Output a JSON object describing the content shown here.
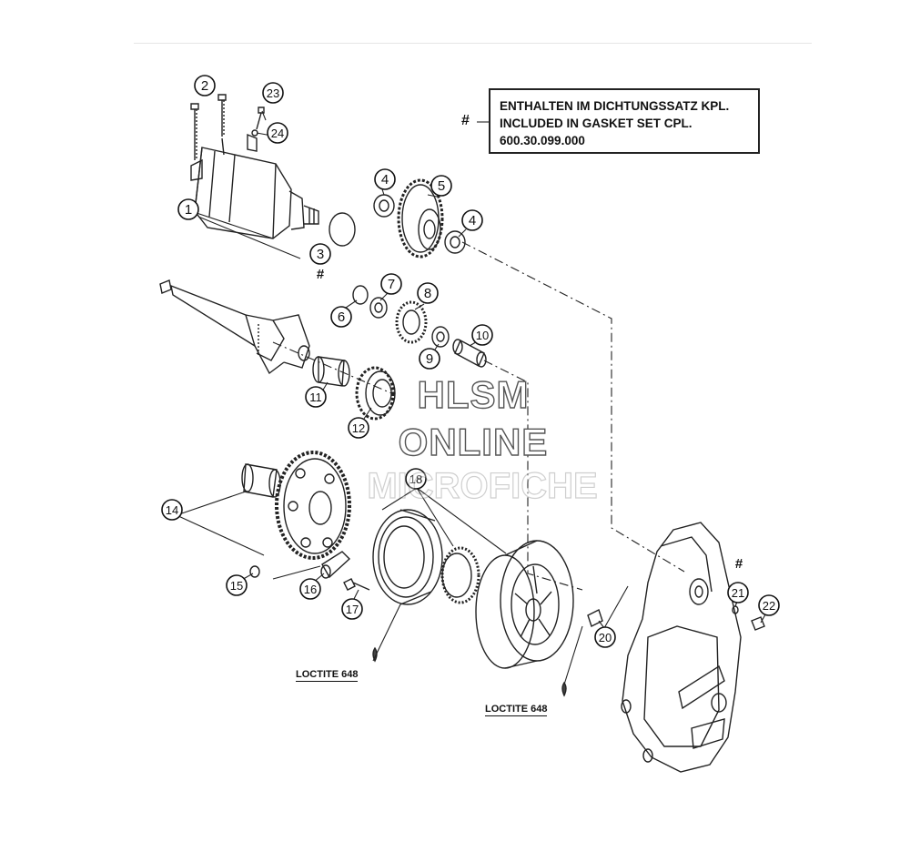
{
  "legend": {
    "hash": "#",
    "line1": "ENTHALTEN IM DICHTUNGSSATZ KPL.",
    "line2": "INCLUDED IN GASKET SET CPL.",
    "line3": "600.30.099.000"
  },
  "watermark": {
    "line1": "HLSM",
    "line2": "ONLINE",
    "line3": "MICROFICHE"
  },
  "loctite": {
    "left": "LOCTITE 648",
    "right": "LOCTITE 648"
  },
  "callouts": [
    "1",
    "2",
    "3",
    "4",
    "5",
    "4",
    "6",
    "7",
    "8",
    "9",
    "10",
    "11",
    "12",
    "14",
    "15",
    "16",
    "17",
    "18",
    "20",
    "21",
    "22",
    "23",
    "24"
  ],
  "hash_marks": [
    "#",
    "#"
  ]
}
